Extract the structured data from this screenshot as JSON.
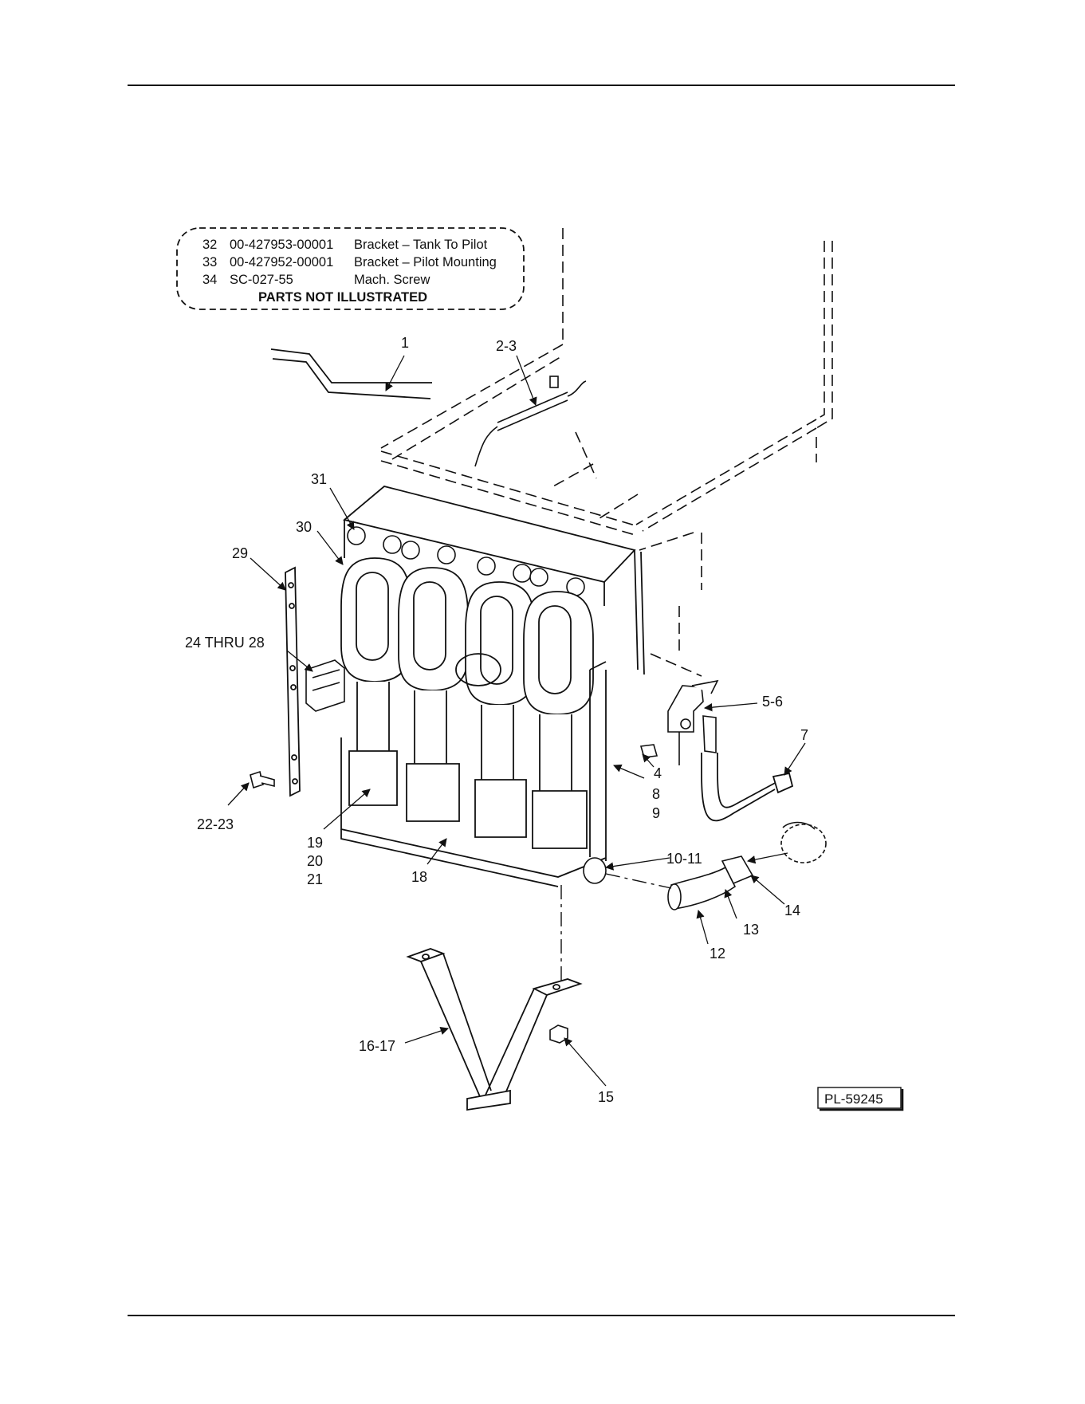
{
  "note": {
    "rows": [
      {
        "item": "32",
        "part": "00-427953-00001",
        "description": "Bracket – Tank To Pilot"
      },
      {
        "item": "33",
        "part": "00-427952-00001",
        "description": "Bracket – Pilot Mounting"
      },
      {
        "item": "34",
        "part": "SC-027-55",
        "description": "Mach. Screw"
      }
    ],
    "heading": "PARTS NOT ILLUSTRATED"
  },
  "callouts": {
    "c1": "1",
    "c2_3": "2-3",
    "c31": "31",
    "c30": "30",
    "c29": "29",
    "c24_28": "24 THRU 28",
    "c22_23": "22-23",
    "c19": "19",
    "c20": "20",
    "c21": "21",
    "c18": "18",
    "c5_6": "5-6",
    "c7": "7",
    "c4": "4",
    "c8": "8",
    "c9": "9",
    "c10_11": "10-11",
    "c12": "12",
    "c13": "13",
    "c14": "14",
    "c15": "15",
    "c16_17": "16-17"
  },
  "figure_ref": "PL-59245"
}
